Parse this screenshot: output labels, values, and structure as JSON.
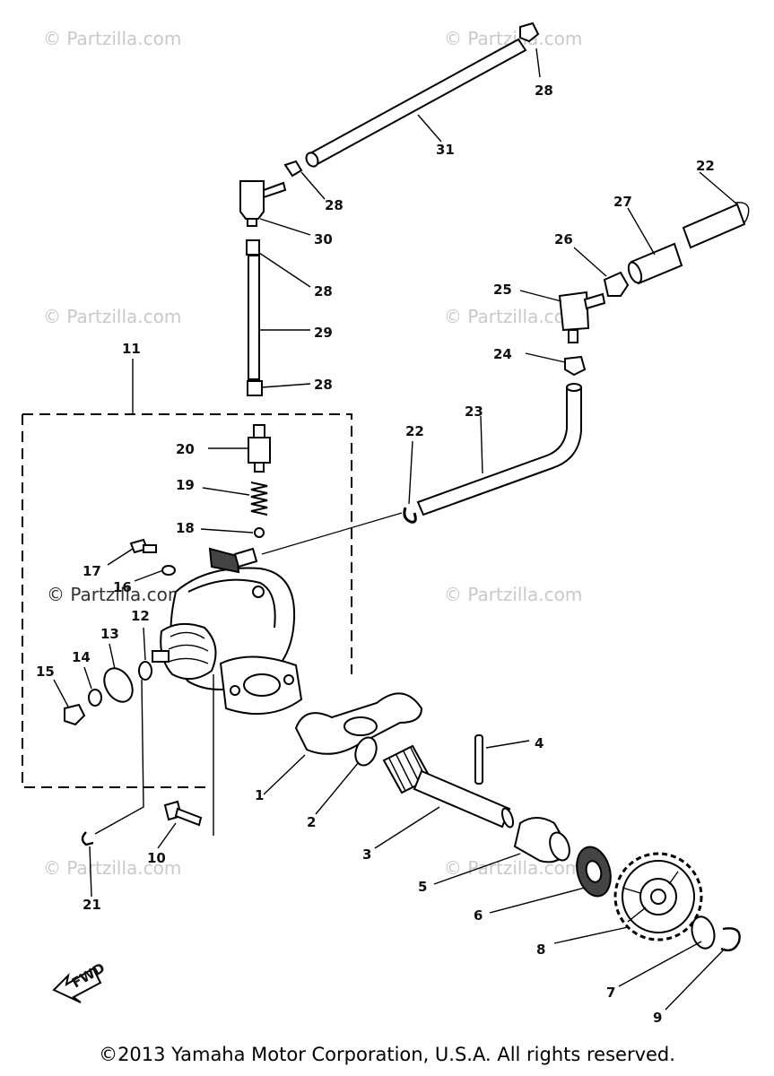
{
  "watermark": "© Partzilla.com",
  "copyright": "©2013 Yamaha Motor Corporation, U.S.A. All rights reserved.",
  "fwd_label": "FWD",
  "callouts": {
    "p1": "1",
    "p2": "2",
    "p3": "3",
    "p4": "4",
    "p5": "5",
    "p6": "6",
    "p7": "7",
    "p8": "8",
    "p9": "9",
    "p10": "10",
    "p11": "11",
    "p12": "12",
    "p13": "13",
    "p14": "14",
    "p15": "15",
    "p16": "16",
    "p17": "17",
    "p18": "18",
    "p19": "19",
    "p20": "20",
    "p21": "21",
    "p22a": "22",
    "p22b": "22",
    "p23": "23",
    "p24": "24",
    "p25": "25",
    "p26": "26",
    "p27": "27",
    "p28a": "28",
    "p28b": "28",
    "p28c": "28",
    "p28d": "28",
    "p29": "29",
    "p30": "30",
    "p31": "31"
  }
}
